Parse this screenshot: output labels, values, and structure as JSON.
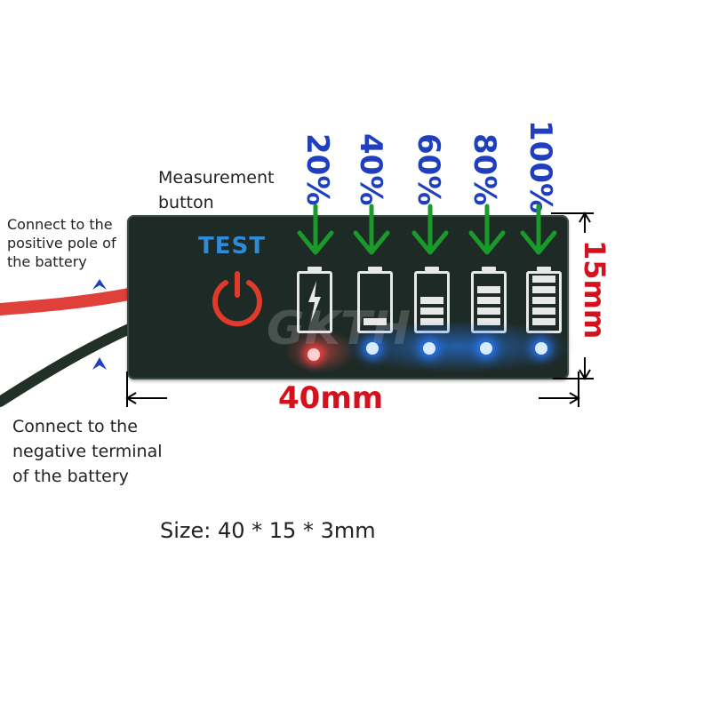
{
  "annotations": {
    "measurement_button": "Measurement button",
    "positive": "Connect to the positive pole of the battery",
    "negative": "Connect to the negative terminal of the battery",
    "size": "Size: 40 * 15 * 3mm",
    "width_dim": "40mm",
    "height_dim": "15mm"
  },
  "levels": [
    "20%",
    "40%",
    "60%",
    "80%",
    "100%"
  ],
  "device": {
    "test_label": "TEST",
    "watermark": "GKTH"
  },
  "colors": {
    "percent_text": "#1f3fbf",
    "dimension_text": "#d4121e",
    "arrow_green": "#1a9a2a",
    "led_red": "#ff4040",
    "led_blue": "#2a7bff",
    "test_text": "#2f8ad8",
    "power_icon": "#e03a2a"
  }
}
